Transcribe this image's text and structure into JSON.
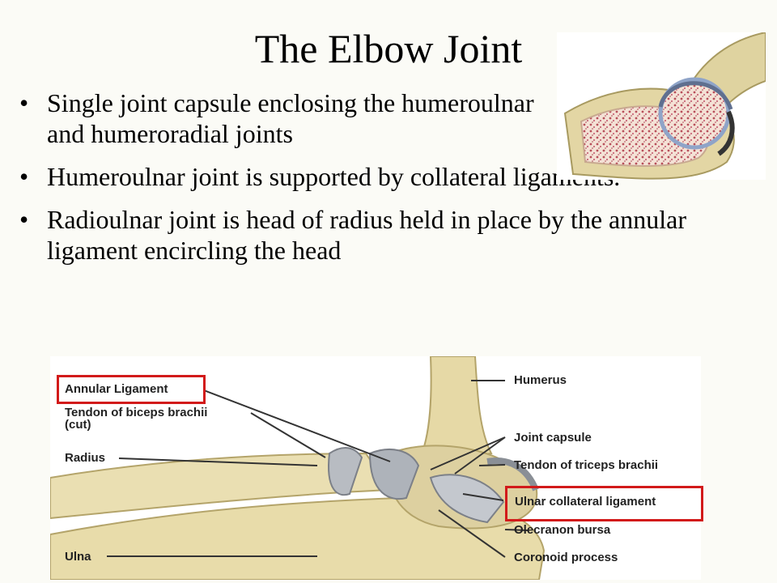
{
  "slide": {
    "title": "The Elbow Joint",
    "bullets": [
      "Single joint capsule enclosing the humeroulnar and humeroradial joints",
      "Humeroulnar joint is supported by collateral ligaments.",
      "Radioulnar joint is head of radius held in place by the annular ligament encircling the head"
    ],
    "bullet_glyph": "•"
  },
  "figure": {
    "labels_left": {
      "annular_ligament": "Annular Ligament",
      "tendon_biceps_line1": "Tendon of biceps brachii",
      "tendon_biceps_line2": "(cut)",
      "radius": "Radius",
      "ulna": "Ulna"
    },
    "labels_right": {
      "humerus": "Humerus",
      "joint_capsule": "Joint capsule",
      "tendon_triceps": "Tendon of triceps brachii",
      "ulnar_collateral": "Ulnar collateral ligament",
      "olecranon_bursa": "Olecranon bursa",
      "coronoid_process": "Coronoid process"
    },
    "highlighted": [
      "Annular Ligament",
      "Ulnar collateral ligament"
    ],
    "highlight_color": "#d21a1a"
  }
}
